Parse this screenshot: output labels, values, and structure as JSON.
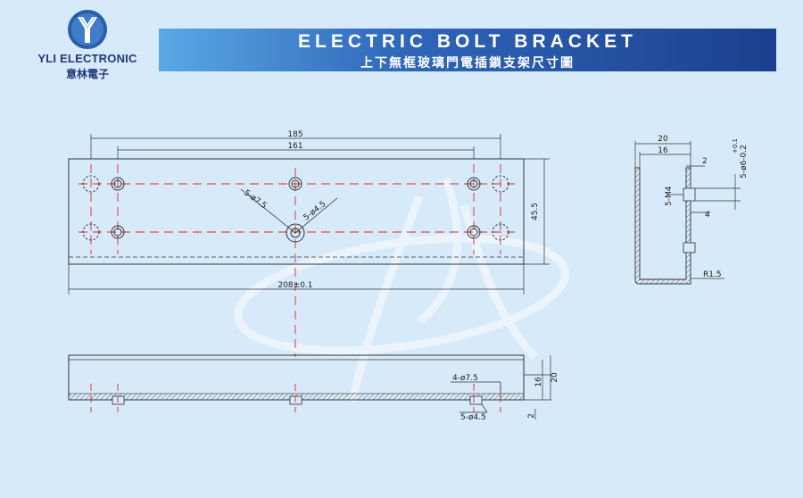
{
  "brand": {
    "name": "YLI ELECTRONIC",
    "chinese_name": "意林電子",
    "logo_icon": "yli-y-logo-icon"
  },
  "header": {
    "title": "ELECTRIC BOLT BRACKET",
    "subtitle": "上下無框玻璃門電插鎖支架尺寸圖"
  },
  "front_view": {
    "dim_overall_top": "185",
    "dim_inner_holes": "161",
    "dim_height": "45.5",
    "dim_length": "208±0.1",
    "callout_large_holes": "5-ø7.5",
    "callout_small_holes": "5-ø4.5"
  },
  "bottom_view": {
    "callout_large_holes": "4-ø7.5",
    "callout_small_holes": "5-ø4.5",
    "dim_16": "16",
    "dim_20": "20",
    "dim_2": "2"
  },
  "side_view": {
    "dim_20": "20",
    "dim_16": "16",
    "dim_2": "2",
    "dim_tolerance": "+0.1",
    "dim_holes": "5-ø6-0.2",
    "dim_thread": "5-M4",
    "dim_4": "4",
    "dim_radius": "R1.5"
  },
  "colors": {
    "background": "#d7eaf9",
    "banner_start": "#5aa8e6",
    "banner_end": "#1c3f8f",
    "centerline": "#e0262e",
    "outline": "#333333",
    "watermark": "#eef6fd"
  }
}
